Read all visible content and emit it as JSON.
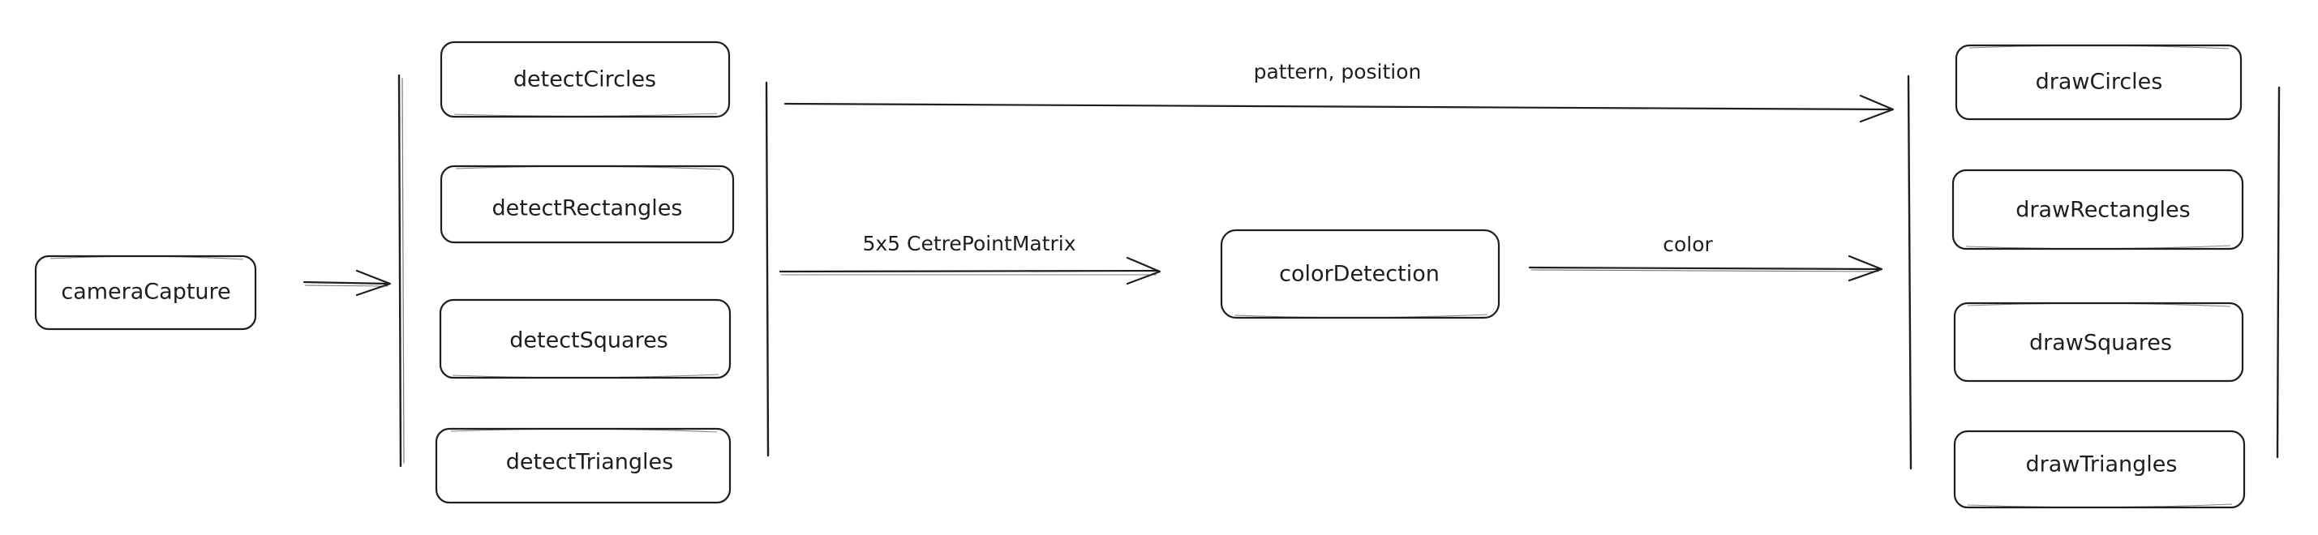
{
  "colors": {
    "stroke": "#1e1e1e",
    "background": "#ffffff"
  },
  "nodes": {
    "camera_capture": "cameraCapture",
    "detect_circles": "detectCircles",
    "detect_rectangles": "detectRectangles",
    "detect_squares": "detectSquares",
    "detect_triangles": "detectTriangles",
    "color_detection": "colorDetection",
    "draw_circles": "drawCircles",
    "draw_rectangles": "drawRectangles",
    "draw_squares": "drawSquares",
    "draw_triangles": "drawTriangles"
  },
  "edges": {
    "pattern_position": "pattern, position",
    "centre_point_matrix": "5x5 CetrePointMatrix",
    "color": "color"
  }
}
